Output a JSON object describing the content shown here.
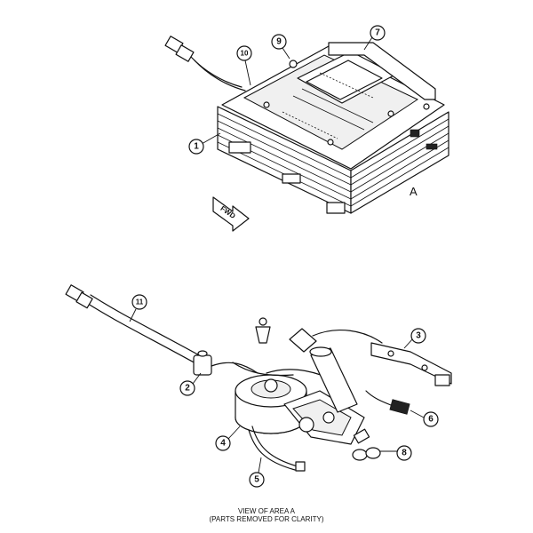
{
  "area_label": "A",
  "fwd_label": "FWD",
  "caption": {
    "line1": "VIEW OF AREA A",
    "line2": "(PARTS REMOVED FOR CLARITY)"
  },
  "callouts": {
    "c1": "1",
    "c2": "2",
    "c3": "3",
    "c4": "4",
    "c5": "5",
    "c6": "6",
    "c7": "7",
    "c8": "8",
    "c9": "9",
    "c10": "10",
    "c11": "11"
  }
}
